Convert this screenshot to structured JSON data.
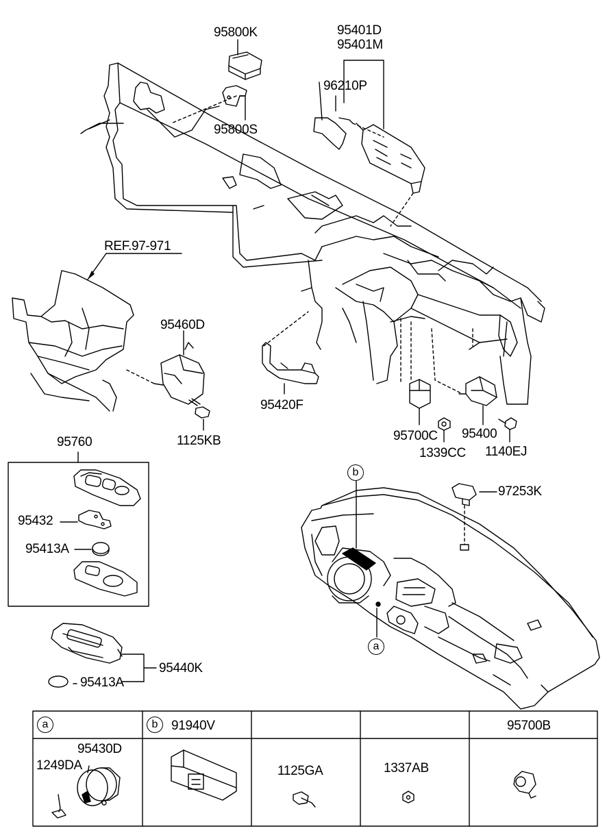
{
  "parts": {
    "p95800K": "95800K",
    "p95800S": "95800S",
    "p95401D": "95401D",
    "p95401M": "95401M",
    "p96210P": "96210P",
    "ref": "REF.97-971",
    "p95460D": "95460D",
    "p95420F": "95420F",
    "p1125KB": "1125KB",
    "p95700C": "95700C",
    "p95400": "95400",
    "p1339CC": "1339CC",
    "p1140EJ": "1140EJ",
    "p95760": "95760",
    "p95432": "95432",
    "p95413A_1": "95413A",
    "p95413A_2": "95413A",
    "p95440K": "95440K",
    "p97253K": "97253K"
  },
  "callouts": {
    "a": "a",
    "b": "b"
  },
  "table": {
    "headers": [
      {
        "circle": "a",
        "code": ""
      },
      {
        "circle": "b",
        "code": "91940V"
      },
      {
        "circle": "",
        "code": ""
      },
      {
        "circle": "",
        "code": ""
      },
      {
        "circle": "",
        "code": "95700B"
      }
    ],
    "cells": [
      {
        "labels": [
          "95430D",
          "1249DA"
        ]
      },
      {
        "labels": []
      },
      {
        "labels": [
          "1125GA"
        ]
      },
      {
        "labels": [
          "1337AB"
        ]
      },
      {
        "labels": []
      }
    ]
  }
}
